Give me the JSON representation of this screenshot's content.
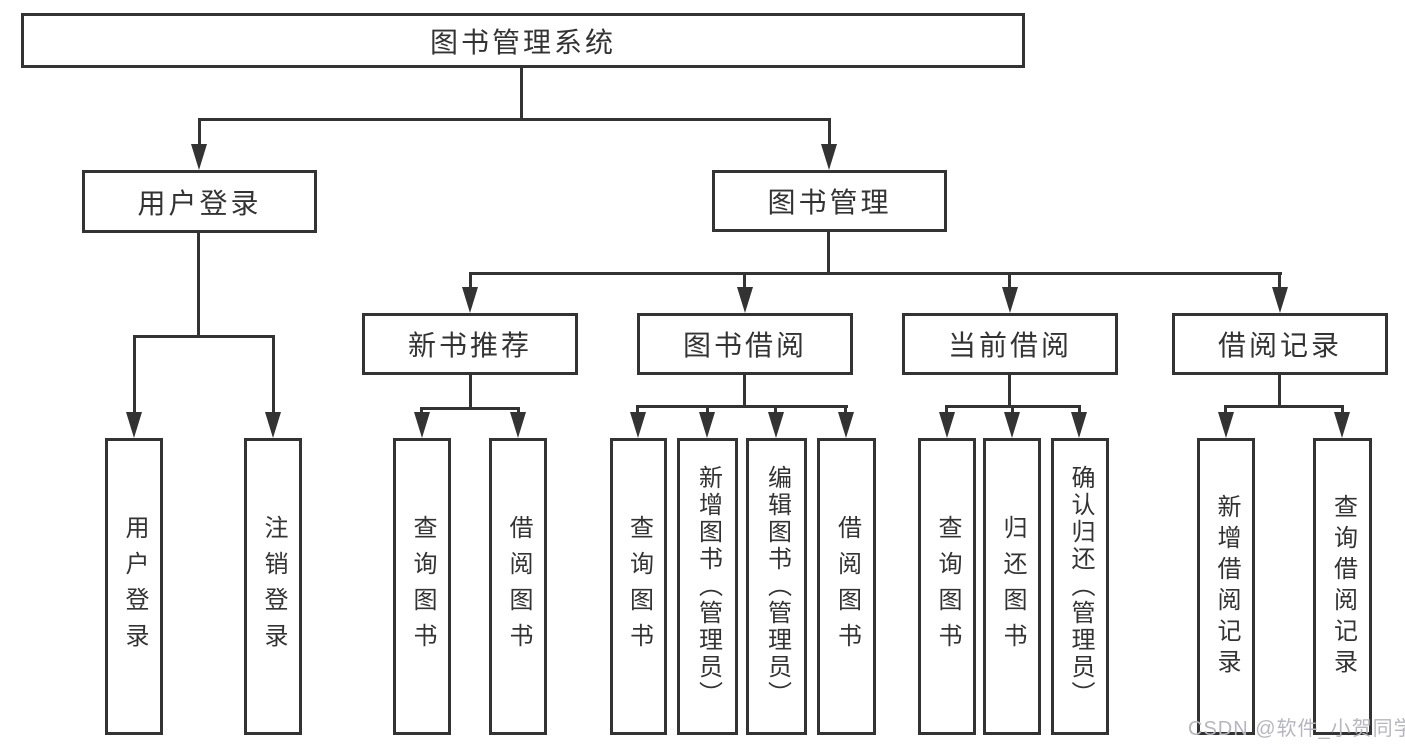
{
  "diagram": {
    "type": "function-structure-tree",
    "root_label": "图书管理系统",
    "edges": [
      {
        "from": "图书管理系统",
        "to": "用户登录"
      },
      {
        "from": "图书管理系统",
        "to": "图书管理"
      },
      {
        "from": "用户登录",
        "to": "用户登录(叶)"
      },
      {
        "from": "用户登录",
        "to": "注销登录"
      },
      {
        "from": "图书管理",
        "to": "新书推荐"
      },
      {
        "from": "图书管理",
        "to": "图书借阅"
      },
      {
        "from": "图书管理",
        "to": "当前借阅"
      },
      {
        "from": "图书管理",
        "to": "借阅记录"
      },
      {
        "from": "新书推荐",
        "to": "查询图书"
      },
      {
        "from": "新书推荐",
        "to": "借阅图书"
      },
      {
        "from": "图书借阅",
        "to": "查询图书"
      },
      {
        "from": "图书借阅",
        "to": "新增图书（管理员）"
      },
      {
        "from": "图书借阅",
        "to": "编辑图书（管理员）"
      },
      {
        "from": "图书借阅",
        "to": "借阅图书"
      },
      {
        "from": "当前借阅",
        "to": "查询图书"
      },
      {
        "from": "当前借阅",
        "to": "归还图书"
      },
      {
        "from": "当前借阅",
        "to": "确认归还（管理员）"
      },
      {
        "from": "借阅记录",
        "to": "新增借阅记录"
      },
      {
        "from": "借阅记录",
        "to": "查询借阅记录"
      }
    ]
  },
  "nodes": {
    "root": {
      "label": "图书管理系统"
    },
    "user_login": {
      "label": "用户登录"
    },
    "book_mgmt": {
      "label": "图书管理"
    },
    "new_book_rec": {
      "label": "新书推荐"
    },
    "book_borrow": {
      "label": "图书借阅"
    },
    "current_borrow": {
      "label": "当前借阅"
    },
    "borrow_records": {
      "label": "借阅记录"
    },
    "leaf_user_login": {
      "label": "用户登录"
    },
    "leaf_logout": {
      "label": "注销登录"
    },
    "leaf_query_book_1": {
      "label": "查询图书"
    },
    "leaf_borrow_book_1": {
      "label": "借阅图书"
    },
    "leaf_query_book_2": {
      "label": "查询图书"
    },
    "leaf_add_book": {
      "label": "新增图书（管理员）"
    },
    "leaf_edit_book": {
      "label": "编辑图书（管理员）"
    },
    "leaf_borrow_book_2": {
      "label": "借阅图书"
    },
    "leaf_query_book_3": {
      "label": "查询图书"
    },
    "leaf_return_book": {
      "label": "归还图书"
    },
    "leaf_confirm_return": {
      "label": "确认归还（管理员）"
    },
    "leaf_add_record": {
      "label": "新增借阅记录"
    },
    "leaf_query_record": {
      "label": "查询借阅记录"
    }
  },
  "watermark": {
    "text": "CSDN @软件_小贺同学",
    "color": "#b6b6c0"
  },
  "colors": {
    "line": "#333333",
    "node_border": "#333333",
    "node_background": "#ffffff",
    "text": "#333333"
  }
}
